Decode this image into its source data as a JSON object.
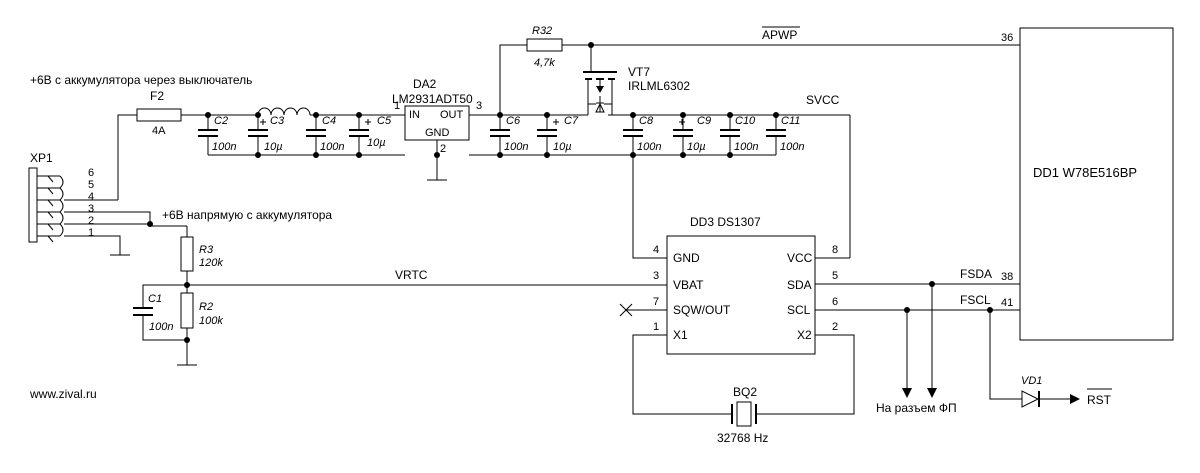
{
  "labels": {
    "power_switch": "+6В с аккумулятора через выключатель",
    "power_direct": "+6В напрямую с аккумулятора",
    "vrtc": "VRTC",
    "svcc": "SVCC",
    "apwp": "APWP",
    "fsda": "FSDA",
    "fscl": "FSCL",
    "rst": "RST",
    "fp_connector": "На разъем ФП",
    "website": "www.zival.ru"
  },
  "connector": {
    "ref": "XP1",
    "pins": [
      "6",
      "5",
      "4",
      "3",
      "2",
      "1"
    ]
  },
  "fuse": {
    "ref": "F2",
    "value": "4A"
  },
  "regulator": {
    "ref": "DA2",
    "part": "LM2931ADT50",
    "pin_in": "IN",
    "pin_out": "OUT",
    "pin_gnd": "GND",
    "num_in": "1",
    "num_out": "3",
    "num_gnd": "2"
  },
  "capacitors": [
    {
      "ref": "C2",
      "value": "100n",
      "polarized": false
    },
    {
      "ref": "C3",
      "value": "10µ",
      "polarized": true
    },
    {
      "ref": "C4",
      "value": "100n",
      "polarized": false
    },
    {
      "ref": "C5",
      "value": "10µ",
      "polarized": true
    },
    {
      "ref": "C6",
      "value": "100n",
      "polarized": false
    },
    {
      "ref": "C7",
      "value": "10µ",
      "polarized": true
    },
    {
      "ref": "C8",
      "value": "100n",
      "polarized": false
    },
    {
      "ref": "C9",
      "value": "10µ",
      "polarized": true
    },
    {
      "ref": "C10",
      "value": "100n",
      "polarized": false
    },
    {
      "ref": "C11",
      "value": "100n",
      "polarized": false
    },
    {
      "ref": "C1",
      "value": "100n",
      "polarized": false
    }
  ],
  "resistors": [
    {
      "ref": "R32",
      "value": "4,7k"
    },
    {
      "ref": "R3",
      "value": "120k"
    },
    {
      "ref": "R2",
      "value": "100k"
    }
  ],
  "transistor": {
    "ref": "VT7",
    "part": "IRLML6302"
  },
  "rtc": {
    "title": "DD3 DS1307",
    "pins": [
      {
        "name": "GND",
        "num": "4"
      },
      {
        "name": "VBAT",
        "num": "3"
      },
      {
        "name": "SQW/OUT",
        "num": "7"
      },
      {
        "name": "X1",
        "num": "1"
      },
      {
        "name": "VCC",
        "num": "8"
      },
      {
        "name": "SDA",
        "num": "5"
      },
      {
        "name": "SCL",
        "num": "6"
      },
      {
        "name": "X2",
        "num": "2"
      }
    ]
  },
  "mcu": {
    "title": "DD1 W78E516BP",
    "pin_apwp": "36",
    "pin_fsda": "38",
    "pin_fscl": "41"
  },
  "crystal": {
    "ref": "BQ2",
    "value": "32768 Hz"
  },
  "diode": {
    "ref": "VD1"
  }
}
